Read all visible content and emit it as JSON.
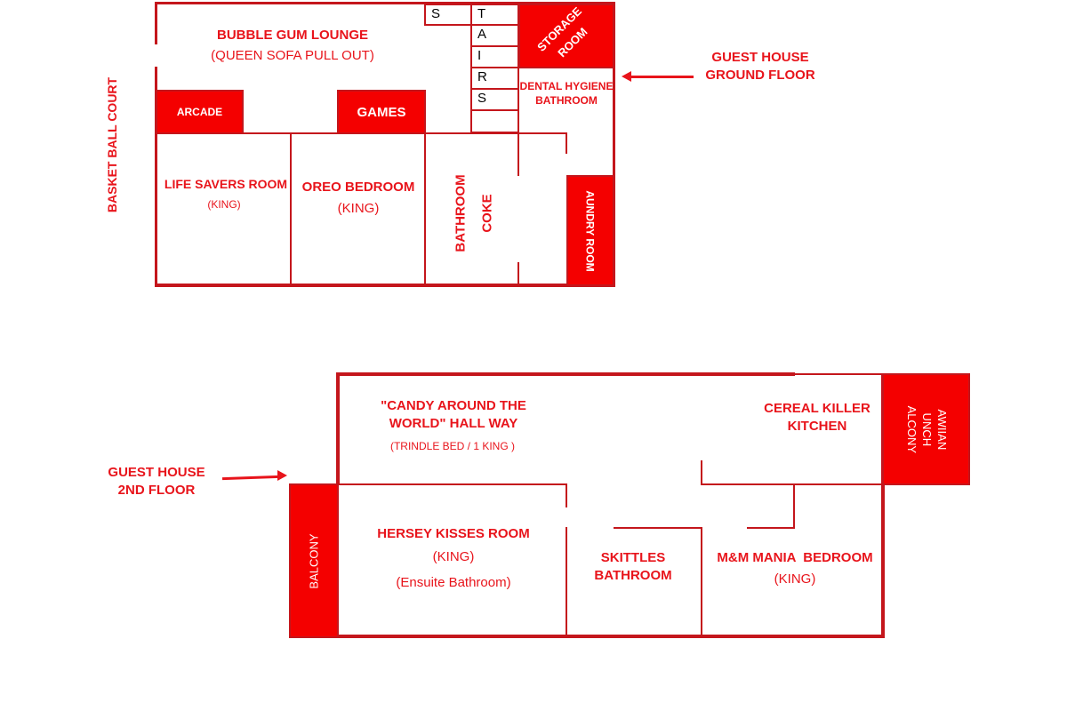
{
  "ground_floor": {
    "title": [
      "GUEST HOUSE",
      "GROUND FLOOR"
    ],
    "basketball_court": "BASKET BALL COURT",
    "lounge": {
      "name": "BUBBLE GUM LOUNGE",
      "note": "(QUEEN SOFA PULL OUT)"
    },
    "stairs": [
      "S",
      "T",
      "A",
      "I",
      "R",
      "S"
    ],
    "storage": [
      "STORAGE",
      "ROOM"
    ],
    "dental": [
      "DENTAL HYGIENE",
      "BATHROOM"
    ],
    "arcade": "ARCADE",
    "games": "GAMES",
    "life_savers": {
      "name": "LIFE SAVERS ROOM",
      "bed": "(KING)"
    },
    "oreo": {
      "name": "OREO BEDROOM",
      "bed": "(KING)"
    },
    "bathroom": {
      "label_a": "BATHROOM",
      "label_b": "COKE"
    },
    "laundry": "AUNDRY ROOM"
  },
  "second_floor": {
    "title": [
      "GUEST HOUSE",
      "2ND FLOOR"
    ],
    "hallway": {
      "name": [
        "\"CANDY AROUND THE",
        "WORLD\" HALL WAY"
      ],
      "note": "(TRINDLE BED / 1 KING )"
    },
    "kitchen": [
      "CEREAL KILLER",
      "KITCHEN"
    ],
    "alcony": [
      "AWIIAN",
      "UNCH",
      "ALCONY"
    ],
    "balcony": "BALCONY",
    "hersey": {
      "name": "HERSEY KISSES ROOM",
      "bed": "(KING)",
      "note": "(Ensuite Bathroom)"
    },
    "skittles": [
      "SKITTLES",
      "BATHROOM"
    ],
    "mm": {
      "name": "M&M MANIA  BEDROOM",
      "bed": "(KING)"
    }
  },
  "colors": {
    "fill": "#f40000",
    "wall": "#c4161c",
    "text": "#e8141b"
  }
}
